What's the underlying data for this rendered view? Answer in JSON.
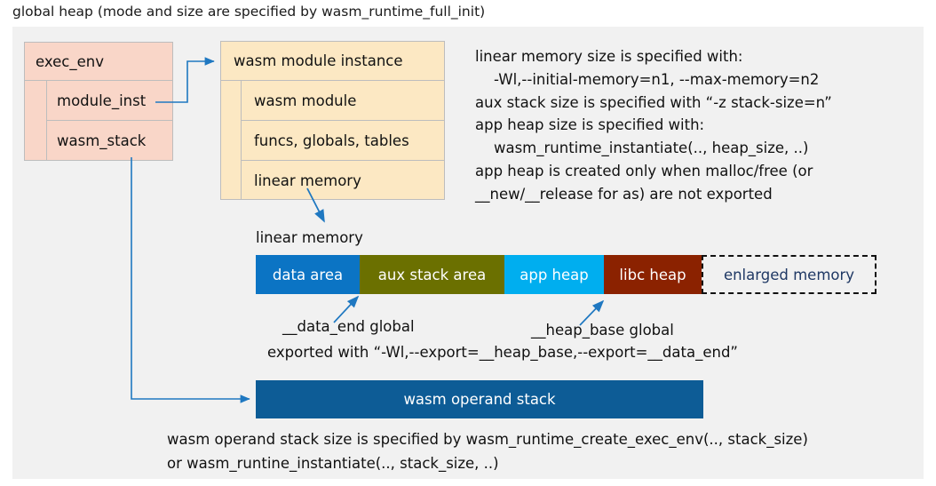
{
  "title": "global heap (mode and size are specified by wasm_runtime_full_init)",
  "exec_env": {
    "header": "exec_env",
    "rows": [
      {
        "label": "module_inst"
      },
      {
        "label": "wasm_stack"
      }
    ]
  },
  "module_instance": {
    "header": "wasm module instance",
    "rows": [
      {
        "label": "wasm module"
      },
      {
        "label": "funcs, globals, tables"
      },
      {
        "label": "linear memory"
      }
    ]
  },
  "notes": "linear memory size is specified with:\n    -Wl,--initial-memory=n1, --max-memory=n2\naux stack size is specified with “-z stack-size=n”\napp heap size is specified with:\n    wasm_runtime_instantiate(.., heap_size, ..)\napp heap is created only when malloc/free (or\n__new/__release for as) are not exported",
  "linear_memory": {
    "label": "linear memory",
    "segments": [
      {
        "label": "data area",
        "color": "#0b74c4",
        "width": 117
      },
      {
        "label": "aux stack area",
        "color": "#6b7000",
        "width": 163
      },
      {
        "label": "app heap",
        "color": "#00aeef",
        "width": 112
      },
      {
        "label": "libc heap",
        "color": "#8b2200",
        "width": 110
      },
      {
        "label": "enlarged memory",
        "color": "#f1f1f1",
        "width": 197
      }
    ]
  },
  "annotations": {
    "data_end": "__data_end global",
    "heap_base": "__heap_base global",
    "exported": "exported with “-Wl,--export=__heap_base,--export=__data_end”"
  },
  "operand_stack": {
    "label": "wasm operand stack",
    "notes": "wasm operand stack size is specified by wasm_runtime_create_exec_env(.., stack_size)\nor wasm_runtine_instantiate(.., stack_size, ..)"
  },
  "colors": {
    "panel_bg": "#f1f1f1",
    "exec_env_fill": "#f9d6c8",
    "module_fill": "#fce8c3",
    "arrow": "#1f78c1",
    "operand_stack_fill": "#0d5c96"
  }
}
